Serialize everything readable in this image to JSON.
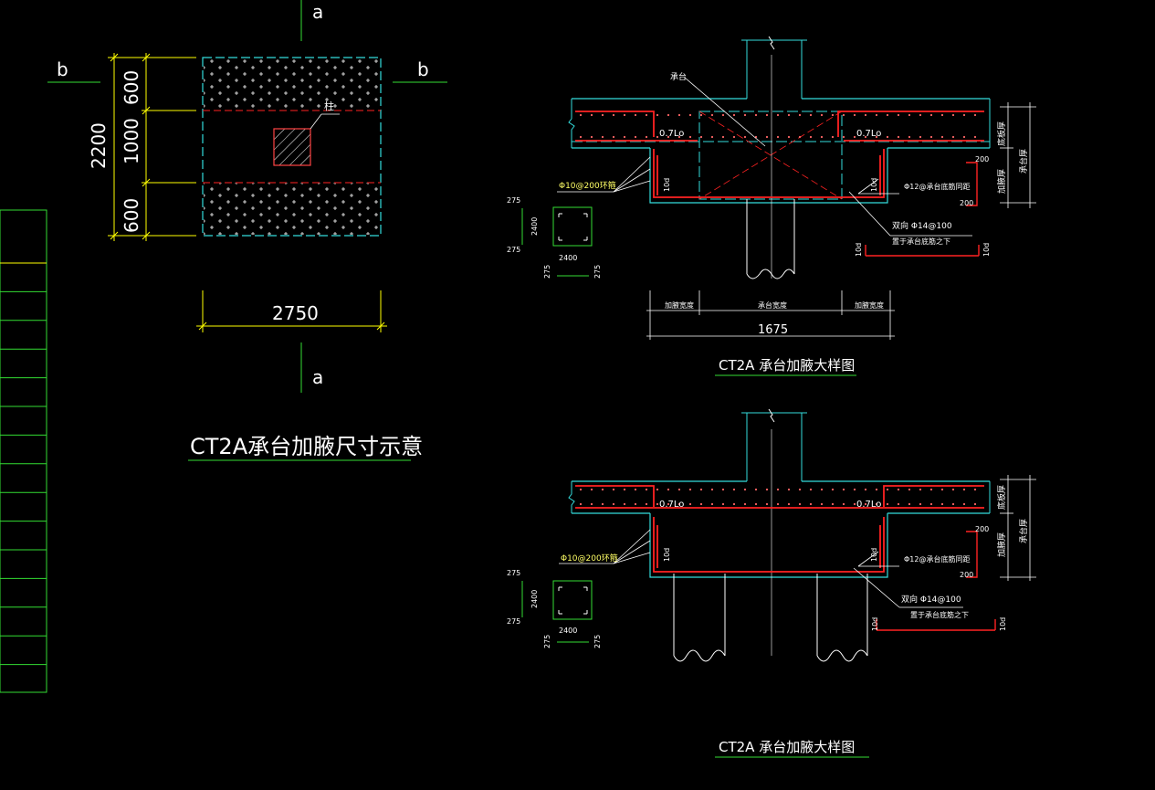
{
  "colors": {
    "background": "#000000",
    "cyan": "#33dddd",
    "red": "#ff2222",
    "yellow": "#ffff00",
    "green": "#33dd33",
    "white": "#ffffff"
  },
  "plan": {
    "section_mark_a_top": "a",
    "section_mark_a_bottom": "a",
    "section_mark_b_left": "b",
    "section_mark_b_right": "b",
    "dim_total_height": "2200",
    "dim_top": "600",
    "dim_mid": "1000",
    "dim_bottom": "600",
    "dim_width": "2750",
    "column_label": "柱",
    "title": "CT2A承台加腋尺寸示意"
  },
  "detail1": {
    "label_cap": "承台",
    "anchor_left": "0.7Lo",
    "anchor_right": "0.7Lo",
    "stirrup_note": "Φ10@200环箍",
    "right_bar_note": "Φ12@承台底筋同距",
    "bottom_bar_note": "双向 Φ14@100",
    "bottom_bar_note2": "置于承台底筋之下",
    "len_10d_left": "10d",
    "len_10d_right": "10d",
    "len_10d_hook_left": "10d",
    "len_10d_hook_right": "10d",
    "len_200_a": "200",
    "len_200_b": "200",
    "vert_label_1": "底板厚",
    "vert_label_2": "承台厚",
    "vert_label_3": "加腋厚",
    "sec_275_top": "275",
    "sec_275_bottom": "275",
    "sec_2400_v": "2400",
    "sec_2400_h": "2400",
    "sec_275_left": "275",
    "sec_275_right": "275",
    "bottom_dim_left": "加腋宽度",
    "bottom_dim_mid": "承台宽度",
    "bottom_dim_right": "加腋宽度",
    "bottom_dim_total": "1675",
    "title": "CT2A 承台加腋大样图"
  },
  "detail2": {
    "anchor_left": "0.7Lo",
    "anchor_right": "0.7Lo",
    "stirrup_note": "Φ10@200环箍",
    "right_bar_note": "Φ12@承台底筋同距",
    "bottom_bar_note": "双向 Φ14@100",
    "bottom_bar_note2": "置于承台底筋之下",
    "len_10d_left": "10d",
    "len_10d_right": "10d",
    "len_10d_hook_left": "10d",
    "len_10d_hook_right": "10d",
    "len_200_a": "200",
    "len_200_b": "200",
    "vert_label_1": "底板厚",
    "vert_label_2": "承台厚",
    "vert_label_3": "加腋厚",
    "sec_275_top": "275",
    "sec_275_bottom": "275",
    "sec_2400_v": "2400",
    "sec_2400_h": "2400",
    "sec_275_left": "275",
    "sec_275_right": "275",
    "title": "CT2A 承台加腋大样图"
  }
}
